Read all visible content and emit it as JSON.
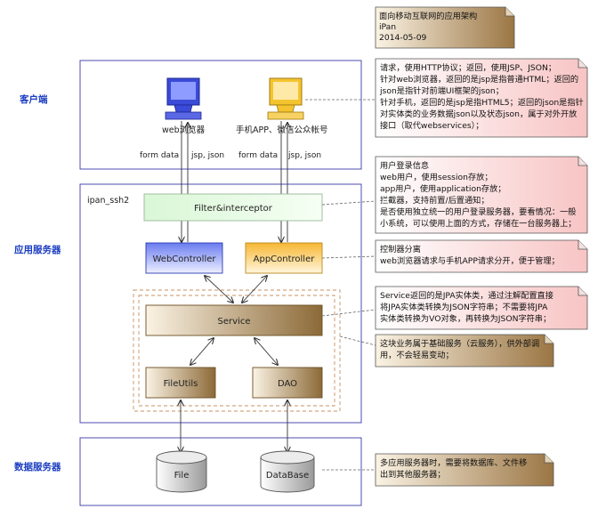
{
  "title_note": {
    "lines": [
      "面向移动互联网的应用架构",
      "iPan",
      "2014-05-09"
    ]
  },
  "zones": {
    "client": "客户端",
    "app_server": "应用服务器",
    "data_server": "数据服务器"
  },
  "package_name": "ipan_ssh2",
  "clients": {
    "browser": "web浏览器",
    "mobile": "手机APP、微信公众帐号"
  },
  "arrow_labels": {
    "form_data_left": "form data",
    "jsp_json_left": "jsp, json",
    "form_data_right": "form data",
    "jsp_json_right": "jsp, json"
  },
  "components": {
    "filter": "Filter&interceptor",
    "web_controller": "WebController",
    "app_controller": "AppController",
    "service": "Service",
    "file_utils": "FileUtils",
    "dao": "DAO",
    "file": "File",
    "database": "DataBase"
  },
  "notes": {
    "client": [
      "请求，使用HTTP协议；返回，使用JSP、JSON；",
      "针对web浏览器，返回的是jsp是指普通HTML；返回的",
      "json是指针对前端UI框架的json；",
      "针对手机，返回的是jsp是指HTML5；返回的json是指针",
      "对实体类的业务数据json以及状态json，属于对外开放",
      "接口（取代webservices）；"
    ],
    "login": [
      "用户登录信息",
      "web用户，使用session存放；",
      "app用户，使用application存放；",
      "拦截器，支持前置/后置通知；",
      "是否使用独立统一的用户登录服务器，要看情况：一般",
      "小系统，可以使用上面的方式，存储在一台服务器上；"
    ],
    "controller": [
      "控制器分离",
      "web浏览器请求与手机APP请求分开，便于管理；"
    ],
    "service": [
      "Service返回的是JPA实体类，通过注解配置直接",
      "将JPA实体类转换为JSON字符串；不需要将JPA",
      "实体类转换为VO对象，再转换为JSON字符串；"
    ],
    "basic": [
      "这块业务属于基础服务（云服务），供外部调",
      "用，不会轻易变动；"
    ],
    "data": [
      "多应用服务器时，需要将数据库、文件移",
      "出到其他服务器；"
    ]
  },
  "colors": {
    "zone_text": "#1a3cc0",
    "package_border": "#3a3aa8",
    "note_pink": "#fbd3d3",
    "note_brown": "#b08a55",
    "service_brown": "#8a6a3a",
    "web_blue": "#3b4bd8",
    "app_yellow": "#f4c430"
  }
}
